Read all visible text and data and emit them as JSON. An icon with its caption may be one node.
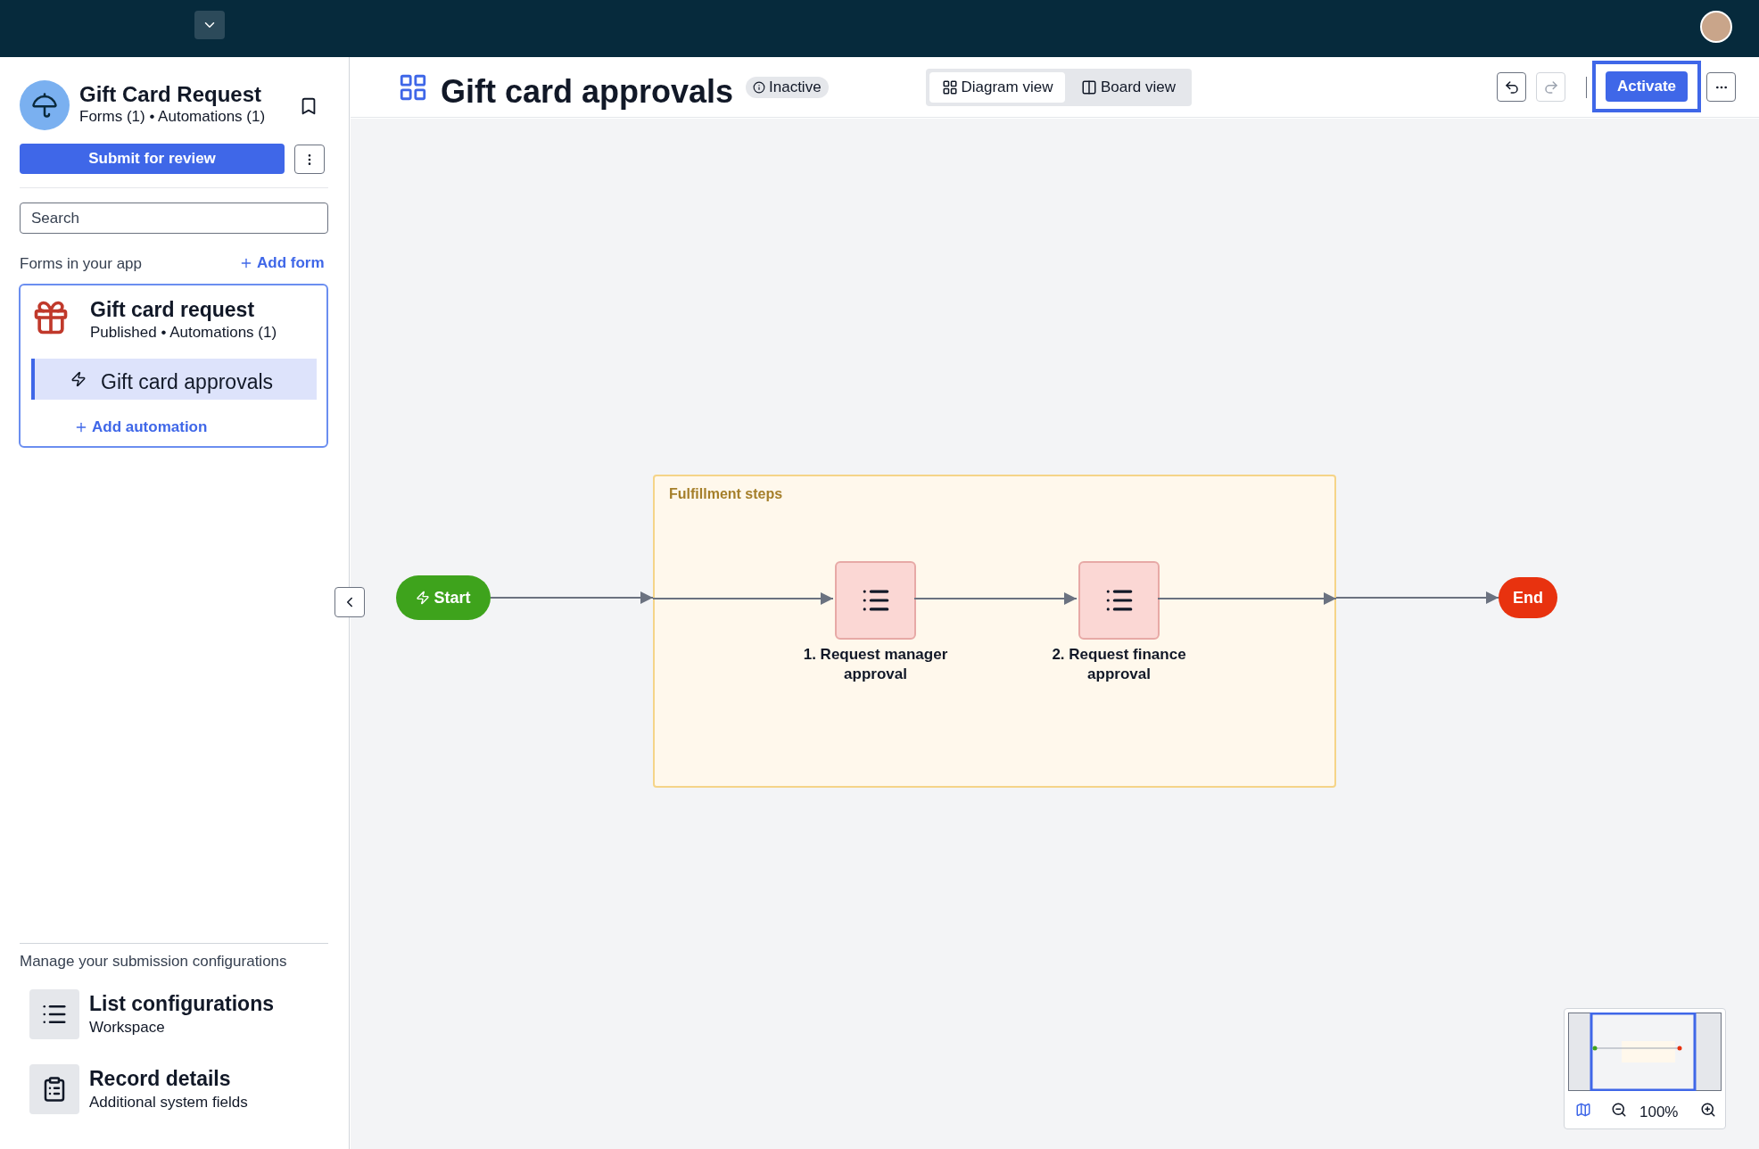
{
  "diagram": {
    "title": "Gift card approvals",
    "nodes": [
      {
        "text": [
          "Start"
        ]
      },
      {
        "text": [
          "Fulfillment steps"
        ]
      },
      {
        "text": [
          "1. Request manager approval"
        ],
        "in": 1
      },
      {
        "text": [
          "2. Request finance approval"
        ],
        "in": 1
      },
      {
        "text": [
          "End"
        ]
      }
    ],
    "edges": [
      {
        "from": 0,
        "to": 1,
        "arrow": "to"
      },
      {
        "from": 1,
        "to": 2,
        "arrow": "to"
      },
      {
        "from": 2,
        "to": 3,
        "arrow": "to"
      },
      {
        "from": 3,
        "to": 1,
        "arrow": "to"
      },
      {
        "from": 1,
        "to": 4,
        "arrow": "to"
      }
    ],
    "labels": [
      "Gift Card Request",
      "Forms (1) • Automations (1)",
      "Submit for review",
      "Search",
      "Forms in your app",
      "Add form",
      "Gift card request",
      "Published • Automations (1)",
      "Gift card approvals",
      "Add automation",
      "Manage your submission configurations",
      "List configurations",
      "Workspace",
      "Record details",
      "Additional system fields",
      "Inactive",
      "Diagram view",
      "Board view",
      "Activate",
      "100%"
    ]
  }
}
